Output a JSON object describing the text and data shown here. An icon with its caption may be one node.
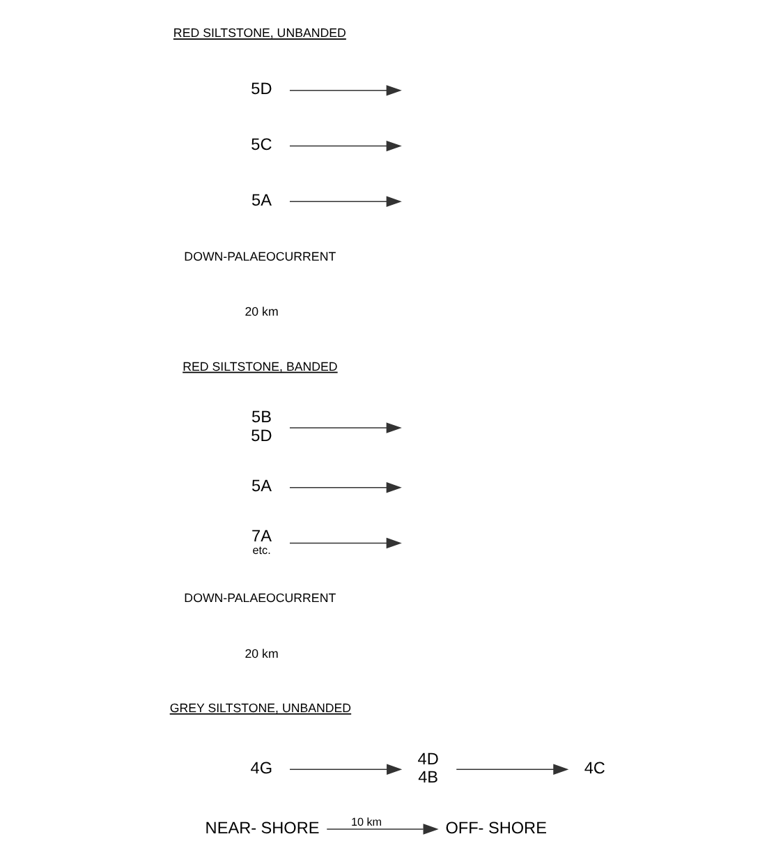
{
  "diagram": {
    "nodes": [
      {
        "text": [
          "5D"
        ]
      },
      {
        "text": [
          "5C"
        ]
      },
      {
        "text": [
          "5A"
        ]
      },
      {
        "text": [
          "5B",
          "5D"
        ]
      },
      {
        "text": [
          "5A"
        ]
      },
      {
        "text": [
          "7A"
        ],
        "beside": [
          "etc."
        ]
      },
      {
        "text": [
          "4G"
        ]
      },
      {
        "text": [
          "4D",
          "4B"
        ]
      },
      {
        "text": [
          "4C"
        ]
      },
      {
        "text": [
          "NEAR- SHORE"
        ]
      },
      {
        "text": [
          "OFF- SHORE"
        ]
      }
    ],
    "edges": [
      {
        "from": 0,
        "to": null,
        "arrow": "to"
      },
      {
        "from": 1,
        "to": null,
        "arrow": "to"
      },
      {
        "from": 2,
        "to": null,
        "arrow": "to"
      },
      {
        "from": 3,
        "to": null,
        "arrow": "to"
      },
      {
        "from": 4,
        "to": null,
        "arrow": "to"
      },
      {
        "from": 5,
        "to": null,
        "arrow": "to"
      },
      {
        "from": 6,
        "to": 7,
        "arrow": "to"
      },
      {
        "from": 7,
        "to": 8,
        "arrow": "to"
      },
      {
        "from": 9,
        "to": 10,
        "arrow": "to",
        "label": "10 km"
      }
    ],
    "labels": [
      "RED SILTSTONE, UNBANDED",
      "DOWN-PALAEOCURRENT",
      "20 km",
      "RED SILTSTONE, BANDED",
      "DOWN-PALAEOCURRENT",
      "20 km",
      "GREY SILTSTONE, UNBANDED"
    ]
  }
}
